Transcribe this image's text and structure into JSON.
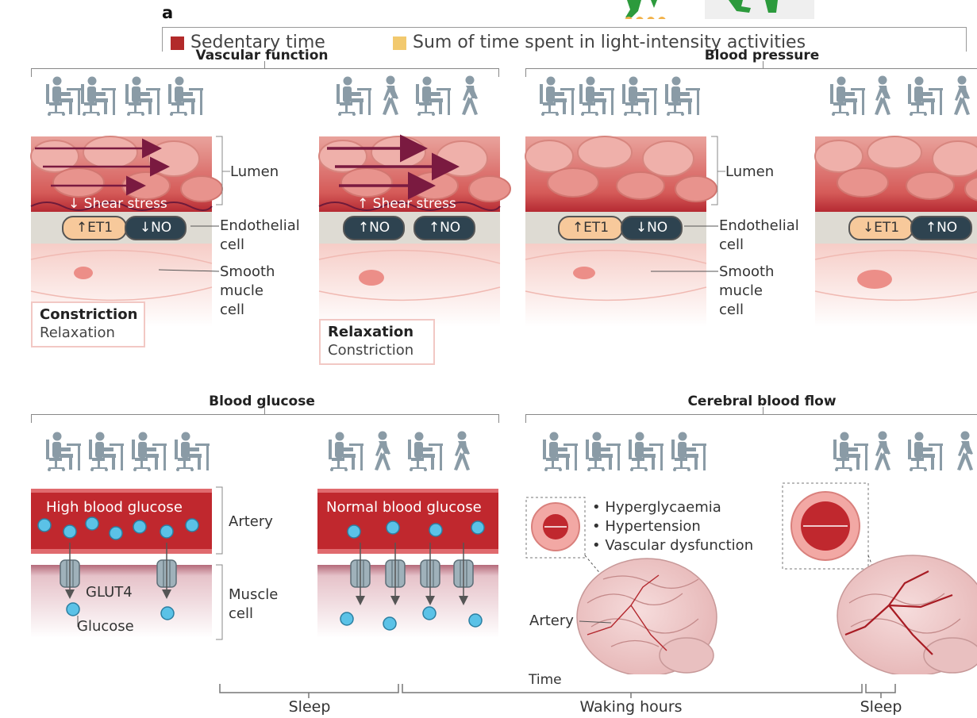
{
  "panel_letter": "a",
  "legend": [
    {
      "label": "Sedentary time",
      "color": "#b22a2a"
    },
    {
      "label": "Sum of time spent in light-intensity activities",
      "color": "#f2c96e"
    }
  ],
  "sections": {
    "vascular": {
      "title": "Vascular function",
      "left": {
        "shear": "↓ Shear stress",
        "pill1": "↑ET1",
        "pill2": "↓NO",
        "state_bold": "Constriction",
        "state_light": "Relaxation"
      },
      "right": {
        "shear": "↑ Shear stress",
        "pill1": "↑NO",
        "pill2": "↑NO",
        "state_bold": "Relaxation",
        "state_light": "Constriction"
      },
      "labels": {
        "lumen": "Lumen",
        "endothelial_1": "Endothelial",
        "endothelial_2": "cell",
        "smooth_1": "Smooth",
        "smooth_2": "mucle",
        "smooth_3": "cell"
      }
    },
    "pressure": {
      "title": "Blood pressure",
      "left": {
        "pill1": "↑ET1",
        "pill2": "↓NO"
      },
      "right": {
        "pill1": "↓ET1",
        "pill2": "↑NO"
      },
      "labels": {
        "lumen": "Lumen",
        "endothelial_1": "Endothelial",
        "endothelial_2": "cell",
        "smooth_1": "Smooth",
        "smooth_2": "mucle",
        "smooth_3": "cell"
      }
    },
    "glucose": {
      "title": "Blood glucose",
      "left_band": "High blood glucose",
      "right_band": "Normal blood glucose",
      "labels": {
        "artery": "Artery",
        "muscle_1": "Muscle",
        "muscle_2": "cell",
        "glut4": "GLUT4",
        "glucose": "Glucose"
      }
    },
    "cerebral": {
      "title": "Cerebral blood flow",
      "bullets": [
        "• Hyperglycaemia",
        "• Hypertension",
        "• Vascular dysfunction"
      ],
      "artery": "Artery"
    }
  },
  "timeline": {
    "time_label": "Time",
    "segments": [
      "Sleep",
      "Waking hours",
      "Sleep"
    ]
  },
  "colors": {
    "figure": "#8a9ba6",
    "blood": "#c0282e",
    "lumen_bg": "#e8a09a",
    "rbc": "#efb0aa",
    "arrow": "#7a1a40",
    "endothelial": "#dedbd3",
    "pill_light": "#f7c99b",
    "pill_dark": "#2e4350",
    "smooth": "#f7d5d0",
    "glucose_dot": "#5bc2e7"
  }
}
